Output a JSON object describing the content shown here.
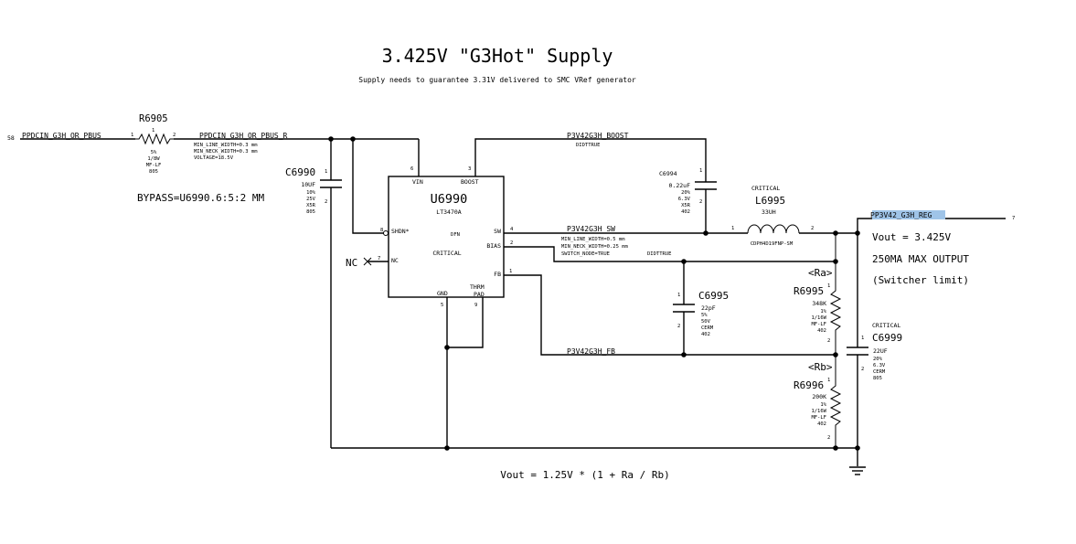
{
  "title": "3.425V \"G3Hot\" Supply",
  "subtitle": "Supply needs to guarantee 3.31V delivered to SMC VRef generator",
  "bypass_note": "BYPASS=U6990.6:5:2 MM",
  "formula": "Vout = 1.25V * (1 + Ra / Rb)",
  "output": {
    "net": "PP3V42_G3H_REG",
    "page_ref": "7",
    "vout": "Vout = 3.425V",
    "max_output": "250MA MAX OUTPUT",
    "limit": "(Switcher limit)"
  },
  "input": {
    "page_ref": "58",
    "net": "PPDCIN_G3H_OR_PBUS",
    "net_r": "PPDCIN_G3H_OR_PBUS_R",
    "net_r_props": [
      "MIN_LINE_WIDTH=0.3 mm",
      "MIN_NECK_WIDTH=0.3 mm",
      "VOLTAGE=18.5V"
    ]
  },
  "ic": {
    "refdes": "U6990",
    "part": "LT3470A",
    "package": "DFN",
    "critical": "CRITICAL",
    "pins": {
      "vin": "VIN",
      "vin_num": "6",
      "boost": "BOOST",
      "boost_num": "3",
      "shdn": "SHDN*",
      "shdn_num": "8",
      "nc": "NC",
      "nc_num": "7",
      "nc_ext": "NC",
      "sw": "SW",
      "sw_num": "4",
      "bias": "BIAS",
      "bias_num": "2",
      "fb": "FB",
      "fb_num": "1",
      "gnd": "GND",
      "gnd_num": "5",
      "thrm": "THRM",
      "pad": "PAD",
      "thrm_num": "9"
    }
  },
  "nets": {
    "boost": "P3V42G3H_BOOST",
    "boost_props": "DIDTTRUE",
    "sw": "P3V42G3H_SW",
    "sw_props": [
      "MIN_LINE_WIDTH=0.5 mm",
      "MIN_NECK_WIDTH=0.25 mm",
      "SWITCH_NODE=TRUE"
    ],
    "sw_props2": "DIDTTRUE",
    "fb": "P3V42G3H_FB"
  },
  "components": {
    "r6905": {
      "ref": "R6905",
      "pin1": "1",
      "pin2": "2",
      "top_num": "1",
      "props": [
        "5%",
        "1/8W",
        "MF-LF",
        "805"
      ]
    },
    "c6990": {
      "ref": "C6990",
      "value": "10UF",
      "pin1": "1",
      "pin2": "2",
      "props": [
        "10%",
        "25V",
        "X5R",
        "805"
      ]
    },
    "c6994": {
      "ref": "C6994",
      "value": "0.22uF",
      "pin1": "1",
      "pin2": "2",
      "props": [
        "20%",
        "6.3V",
        "X5R",
        "402"
      ]
    },
    "l6995": {
      "ref": "L6995",
      "value": "33UH",
      "critical": "CRITICAL",
      "pin1": "1",
      "pin2": "2",
      "part": "CDPH4D19FNP-SM"
    },
    "c6995": {
      "ref": "C6995",
      "value": "22pF",
      "pin1": "1",
      "pin2": "2",
      "props": [
        "5%",
        "50V",
        "CERM",
        "402"
      ]
    },
    "r6995": {
      "ref": "R6995",
      "tag": "<Ra>",
      "value": "348K",
      "pin1": "1",
      "pin2": "2",
      "props": [
        "1%",
        "1/16W",
        "MF-LF",
        "402"
      ]
    },
    "r6996": {
      "ref": "R6996",
      "tag": "<Rb>",
      "value": "200K",
      "pin1": "1",
      "pin2": "2",
      "props": [
        "1%",
        "1/16W",
        "MF-LF",
        "402"
      ]
    },
    "c6999": {
      "ref": "C6999",
      "value": "22UF",
      "critical": "CRITICAL",
      "pin1": "1",
      "pin2": "2",
      "props": [
        "20%",
        "6.3V",
        "CERM",
        "805"
      ]
    }
  },
  "colors": {
    "highlight": "#9fc4e8",
    "ink": "#000000",
    "background": "#ffffff"
  }
}
